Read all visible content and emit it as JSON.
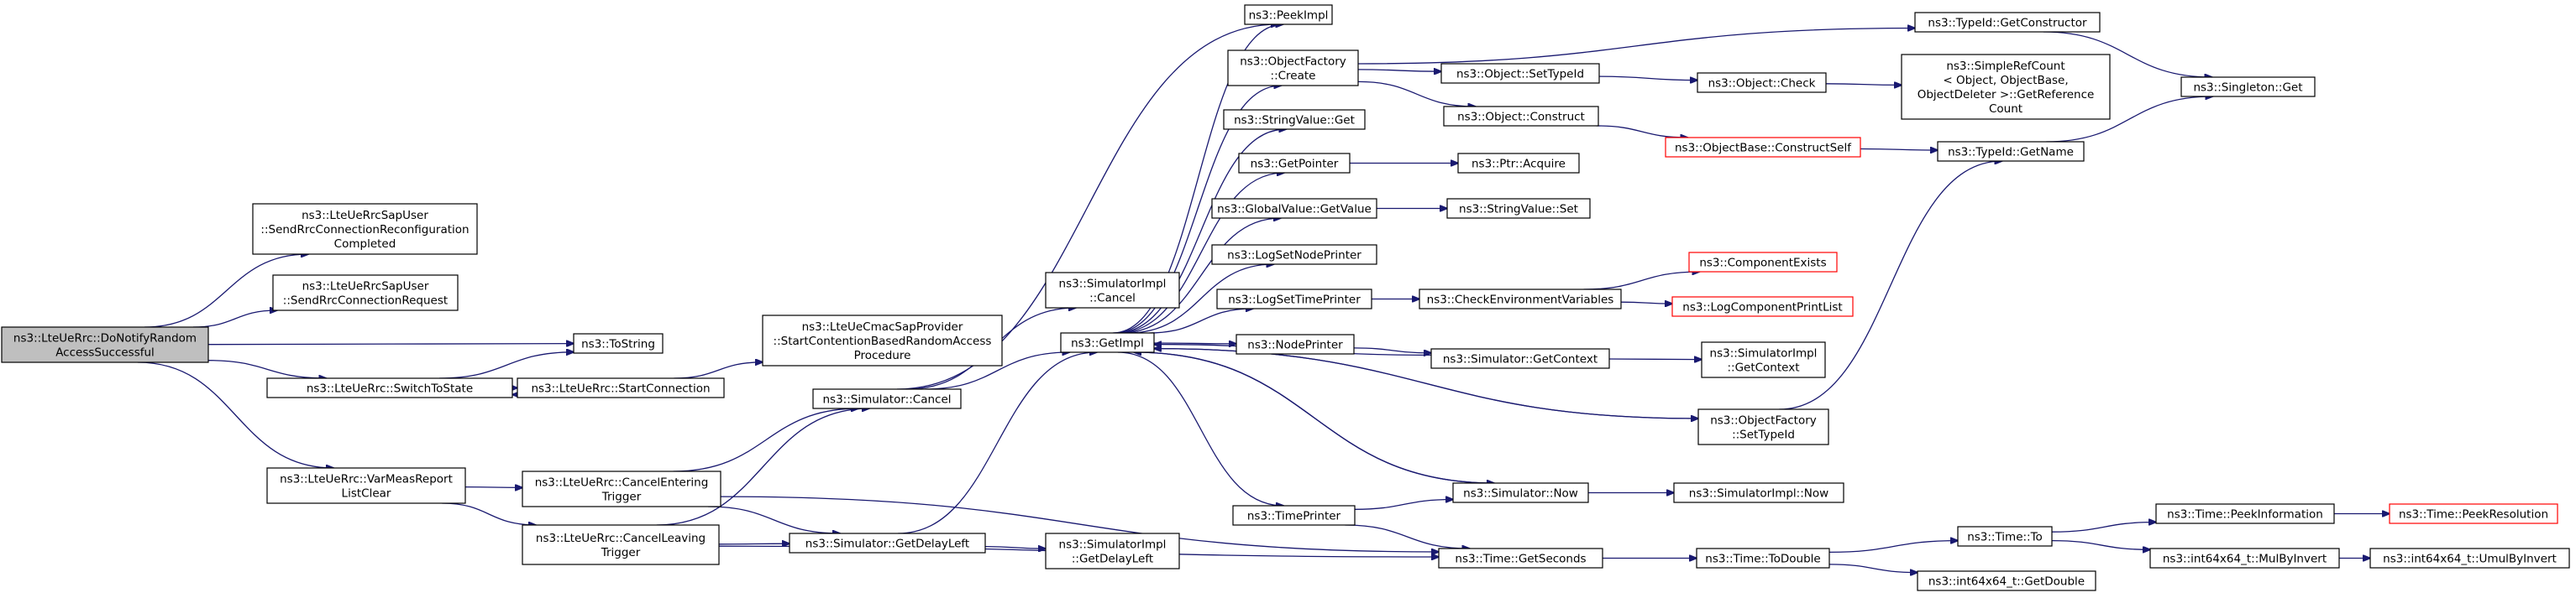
{
  "graph": {
    "nodes": [
      {
        "id": "root",
        "lines": [
          "ns3::LteUeRrc::DoNotifyRandom",
          "AccessSuccessful"
        ],
        "root": true
      },
      {
        "id": "rrcrecfg",
        "lines": [
          "ns3::LteUeRrcSapUser",
          "::SendRrcConnectionReconfiguration",
          "Completed"
        ]
      },
      {
        "id": "rrcreq",
        "lines": [
          "ns3::LteUeRrcSapUser",
          "::SendRrcConnectionRequest"
        ]
      },
      {
        "id": "tostring",
        "lines": [
          "ns3::ToString"
        ]
      },
      {
        "id": "switch",
        "lines": [
          "ns3::LteUeRrc::SwitchToState"
        ]
      },
      {
        "id": "startconn",
        "lines": [
          "ns3::LteUeRrc::StartConnection"
        ]
      },
      {
        "id": "cmac",
        "lines": [
          "ns3::LteUeCmacSapProvider",
          "::StartContentionBasedRandomAccess",
          "Procedure"
        ]
      },
      {
        "id": "varmeas",
        "lines": [
          "ns3::LteUeRrc::VarMeasReport",
          "ListClear"
        ]
      },
      {
        "id": "cancelent",
        "lines": [
          "ns3::LteUeRrc::CancelEntering",
          "Trigger"
        ]
      },
      {
        "id": "cancelleav",
        "lines": [
          "ns3::LteUeRrc::CancelLeaving",
          "Trigger"
        ]
      },
      {
        "id": "simcancel",
        "lines": [
          "ns3::Simulator::Cancel"
        ]
      },
      {
        "id": "simimplcancel",
        "lines": [
          "ns3::SimulatorImpl",
          "::Cancel"
        ]
      },
      {
        "id": "getdelay",
        "lines": [
          "ns3::Simulator::GetDelayLeft"
        ]
      },
      {
        "id": "implgetdelay",
        "lines": [
          "ns3::SimulatorImpl",
          "::GetDelayLeft"
        ]
      },
      {
        "id": "getimpl",
        "lines": [
          "ns3::GetImpl"
        ]
      },
      {
        "id": "peekimpl",
        "lines": [
          "ns3::PeekImpl"
        ]
      },
      {
        "id": "ofcreate",
        "lines": [
          "ns3::ObjectFactory",
          "::Create"
        ]
      },
      {
        "id": "strget",
        "lines": [
          "ns3::StringValue::Get"
        ]
      },
      {
        "id": "getpointer",
        "lines": [
          "ns3::GetPointer"
        ]
      },
      {
        "id": "gvgetvalue",
        "lines": [
          "ns3::GlobalValue::GetValue"
        ]
      },
      {
        "id": "lognode",
        "lines": [
          "ns3::LogSetNodePrinter"
        ]
      },
      {
        "id": "logtime",
        "lines": [
          "ns3::LogSetTimePrinter"
        ]
      },
      {
        "id": "nodeprinter",
        "lines": [
          "ns3::NodePrinter"
        ]
      },
      {
        "id": "timeprinter",
        "lines": [
          "ns3::TimePrinter"
        ]
      },
      {
        "id": "tidgetctor",
        "lines": [
          "ns3::TypeId::GetConstructor"
        ]
      },
      {
        "id": "objsettid",
        "lines": [
          "ns3::Object::SetTypeId"
        ]
      },
      {
        "id": "objconstruct",
        "lines": [
          "ns3::Object::Construct"
        ]
      },
      {
        "id": "objcheck",
        "lines": [
          "ns3::Object::Check"
        ]
      },
      {
        "id": "simpleref",
        "lines": [
          "ns3::SimpleRefCount",
          "< Object, ObjectBase,",
          "ObjectDeleter >::GetReference",
          "Count"
        ]
      },
      {
        "id": "singleton",
        "lines": [
          "ns3::Singleton::Get"
        ]
      },
      {
        "id": "objbasecs",
        "lines": [
          "ns3::ObjectBase::ConstructSelf"
        ],
        "truncated": true
      },
      {
        "id": "tidgetname",
        "lines": [
          "ns3::TypeId::GetName"
        ]
      },
      {
        "id": "ptracquire",
        "lines": [
          "ns3::Ptr::Acquire"
        ]
      },
      {
        "id": "strset",
        "lines": [
          "ns3::StringValue::Set"
        ]
      },
      {
        "id": "checkenv",
        "lines": [
          "ns3::CheckEnvironmentVariables"
        ]
      },
      {
        "id": "compexists",
        "lines": [
          "ns3::ComponentExists"
        ],
        "truncated": true
      },
      {
        "id": "logcomplist",
        "lines": [
          "ns3::LogComponentPrintList"
        ],
        "truncated": true
      },
      {
        "id": "simgetctx",
        "lines": [
          "ns3::Simulator::GetContext"
        ]
      },
      {
        "id": "implgetctx",
        "lines": [
          "ns3::SimulatorImpl",
          "::GetContext"
        ]
      },
      {
        "id": "ofsettid",
        "lines": [
          "ns3::ObjectFactory",
          "::SetTypeId"
        ]
      },
      {
        "id": "simnow",
        "lines": [
          "ns3::Simulator::Now"
        ]
      },
      {
        "id": "implnow",
        "lines": [
          "ns3::SimulatorImpl::Now"
        ]
      },
      {
        "id": "getseconds",
        "lines": [
          "ns3::Time::GetSeconds"
        ]
      },
      {
        "id": "todouble",
        "lines": [
          "ns3::Time::ToDouble"
        ]
      },
      {
        "id": "timeto",
        "lines": [
          "ns3::Time::To"
        ]
      },
      {
        "id": "getdouble",
        "lines": [
          "ns3::int64x64_t::GetDouble"
        ]
      },
      {
        "id": "peekinfo",
        "lines": [
          "ns3::Time::PeekInformation"
        ]
      },
      {
        "id": "peekres",
        "lines": [
          "ns3::Time::PeekResolution"
        ],
        "truncated": true
      },
      {
        "id": "mulbyinv",
        "lines": [
          "ns3::int64x64_t::MulByInvert"
        ]
      },
      {
        "id": "umulbyinv",
        "lines": [
          "ns3::int64x64_t::UmulByInvert"
        ]
      }
    ],
    "edges": [
      [
        "root",
        "rrcrecfg"
      ],
      [
        "root",
        "rrcreq"
      ],
      [
        "root",
        "tostring"
      ],
      [
        "root",
        "switch"
      ],
      [
        "root",
        "varmeas"
      ],
      [
        "switch",
        "tostring"
      ],
      [
        "switch",
        "startconn"
      ],
      [
        "startconn",
        "switch"
      ],
      [
        "startconn",
        "cmac"
      ],
      [
        "varmeas",
        "cancelent"
      ],
      [
        "varmeas",
        "cancelleav"
      ],
      [
        "cancelent",
        "simcancel"
      ],
      [
        "cancelent",
        "getdelay"
      ],
      [
        "cancelent",
        "getseconds"
      ],
      [
        "cancelleav",
        "simcancel"
      ],
      [
        "cancelleav",
        "getdelay"
      ],
      [
        "cancelleav",
        "getseconds"
      ],
      [
        "simcancel",
        "getimpl"
      ],
      [
        "simcancel",
        "simimplcancel"
      ],
      [
        "simcancel",
        "peekimpl"
      ],
      [
        "getdelay",
        "getimpl"
      ],
      [
        "getdelay",
        "implgetdelay"
      ],
      [
        "getimpl",
        "peekimpl"
      ],
      [
        "getimpl",
        "ofcreate"
      ],
      [
        "getimpl",
        "strget"
      ],
      [
        "getimpl",
        "getpointer"
      ],
      [
        "getimpl",
        "gvgetvalue"
      ],
      [
        "getimpl",
        "lognode"
      ],
      [
        "getimpl",
        "logtime"
      ],
      [
        "getimpl",
        "nodeprinter"
      ],
      [
        "getimpl",
        "timeprinter"
      ],
      [
        "getimpl",
        "ofsettid"
      ],
      [
        "getimpl",
        "simnow"
      ],
      [
        "ofcreate",
        "tidgetctor"
      ],
      [
        "ofcreate",
        "objsettid"
      ],
      [
        "ofcreate",
        "objconstruct"
      ],
      [
        "objsettid",
        "objcheck"
      ],
      [
        "objcheck",
        "simpleref"
      ],
      [
        "objconstruct",
        "objbasecs"
      ],
      [
        "objbasecs",
        "tidgetname"
      ],
      [
        "tidgetctor",
        "singleton"
      ],
      [
        "tidgetname",
        "singleton"
      ],
      [
        "getpointer",
        "ptracquire"
      ],
      [
        "gvgetvalue",
        "strset"
      ],
      [
        "logtime",
        "checkenv"
      ],
      [
        "checkenv",
        "compexists"
      ],
      [
        "checkenv",
        "logcomplist"
      ],
      [
        "nodeprinter",
        "simgetctx"
      ],
      [
        "simgetctx",
        "getimpl"
      ],
      [
        "simgetctx",
        "implgetctx"
      ],
      [
        "ofsettid",
        "getimpl"
      ],
      [
        "ofsettid",
        "tidgetname"
      ],
      [
        "simnow",
        "getimpl"
      ],
      [
        "simnow",
        "implnow"
      ],
      [
        "timeprinter",
        "simnow"
      ],
      [
        "timeprinter",
        "getseconds"
      ],
      [
        "getseconds",
        "todouble"
      ],
      [
        "todouble",
        "timeto"
      ],
      [
        "todouble",
        "getdouble"
      ],
      [
        "timeto",
        "peekinfo"
      ],
      [
        "timeto",
        "mulbyinv"
      ],
      [
        "peekinfo",
        "peekres"
      ],
      [
        "mulbyinv",
        "umulbyinv"
      ]
    ]
  }
}
